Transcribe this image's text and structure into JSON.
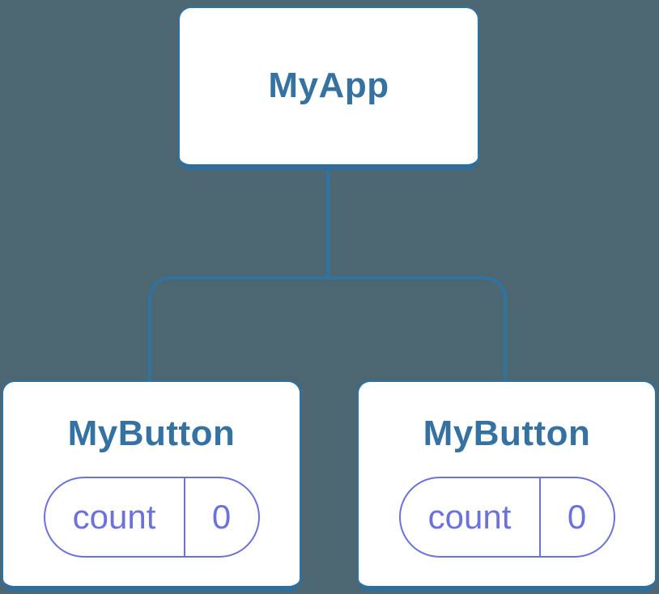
{
  "colors": {
    "background": "#4C6772",
    "node_fill": "#FFFFFF",
    "node_border": "#3173A0",
    "node_border_bottom": "#2F6E9C",
    "node_title_text": "#3572A2",
    "connector_line": "#3173A0",
    "state_accent": "#6B72DB"
  },
  "diagram": {
    "type": "component-tree",
    "root": {
      "label": "MyApp"
    },
    "children": [
      {
        "label": "MyButton",
        "state": {
          "key": "count",
          "value": "0"
        }
      },
      {
        "label": "MyButton",
        "state": {
          "key": "count",
          "value": "0"
        }
      }
    ]
  }
}
